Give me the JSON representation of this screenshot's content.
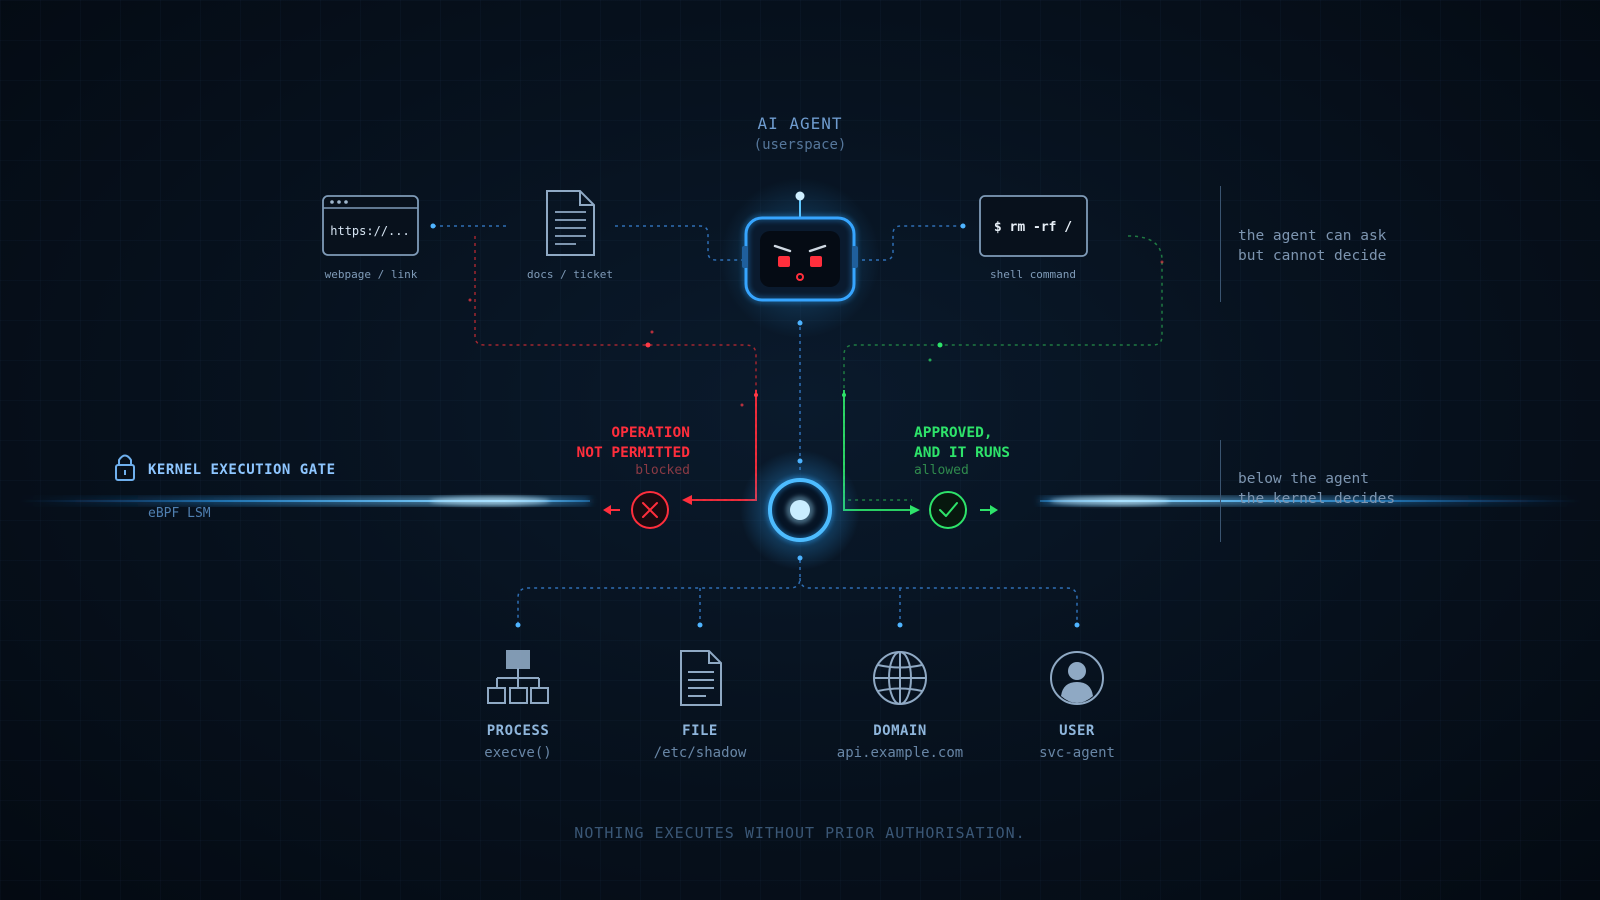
{
  "agent": {
    "title": "AI AGENT",
    "subtitle": "(userspace)"
  },
  "inputs": [
    {
      "box_text": "https://...",
      "caption": "webpage / link",
      "icon": "browser-window-icon"
    },
    {
      "caption": "docs / ticket",
      "icon": "document-icon"
    },
    {
      "box_text": "$ rm -rf /",
      "caption": "shell command",
      "icon": "terminal-icon"
    }
  ],
  "notes": {
    "top_line1": "the agent can ask",
    "top_line2": "but cannot decide",
    "bottom_line1": "below the agent",
    "bottom_line2": "the kernel decides"
  },
  "gate": {
    "title": "KERNEL EXECUTION GATE",
    "subtitle": "eBPF LSM",
    "icon": "lock-icon"
  },
  "blocked": {
    "line1": "OPERATION",
    "line2": "NOT PERMITTED",
    "status": "blocked",
    "color": "#ff2e3c",
    "icon": "x-circle-icon"
  },
  "approved": {
    "line1": "APPROVED,",
    "line2": "AND IT RUNS",
    "status": "allowed",
    "color": "#2ee36a",
    "icon": "check-circle-icon"
  },
  "targets": [
    {
      "name": "PROCESS",
      "value": "execve()",
      "icon": "process-tree-icon"
    },
    {
      "name": "FILE",
      "value": "/etc/shadow",
      "icon": "file-icon"
    },
    {
      "name": "DOMAIN",
      "value": "api.example.com",
      "icon": "globe-icon"
    },
    {
      "name": "USER",
      "value": "svc-agent",
      "icon": "user-icon"
    }
  ],
  "footer": "NOTHING EXECUTES WITHOUT PRIOR AUTHORISATION.",
  "colors": {
    "accent_blue": "#2fa8ff",
    "blocked_red": "#ff2e3c",
    "allowed_green": "#2ee36a",
    "background": "#060e18"
  }
}
